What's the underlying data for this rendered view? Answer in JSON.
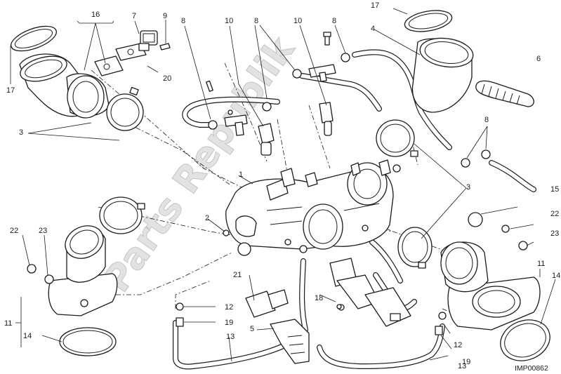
{
  "diagram": {
    "callouts": [
      "1",
      "2",
      "3",
      "3",
      "3",
      "4",
      "5",
      "6",
      "7",
      "8",
      "8",
      "8",
      "8",
      "9",
      "10",
      "10",
      "11",
      "11",
      "12",
      "12",
      "13",
      "13",
      "14",
      "14",
      "15",
      "16",
      "17",
      "17",
      "18",
      "19",
      "19",
      "20",
      "21",
      "22",
      "22",
      "23",
      "23"
    ],
    "drawing_code": "IMP00862",
    "watermark": "Parts Republik",
    "colors": {
      "line": "#1a1a1a",
      "background": "#ffffff",
      "watermark": "#969696"
    }
  }
}
